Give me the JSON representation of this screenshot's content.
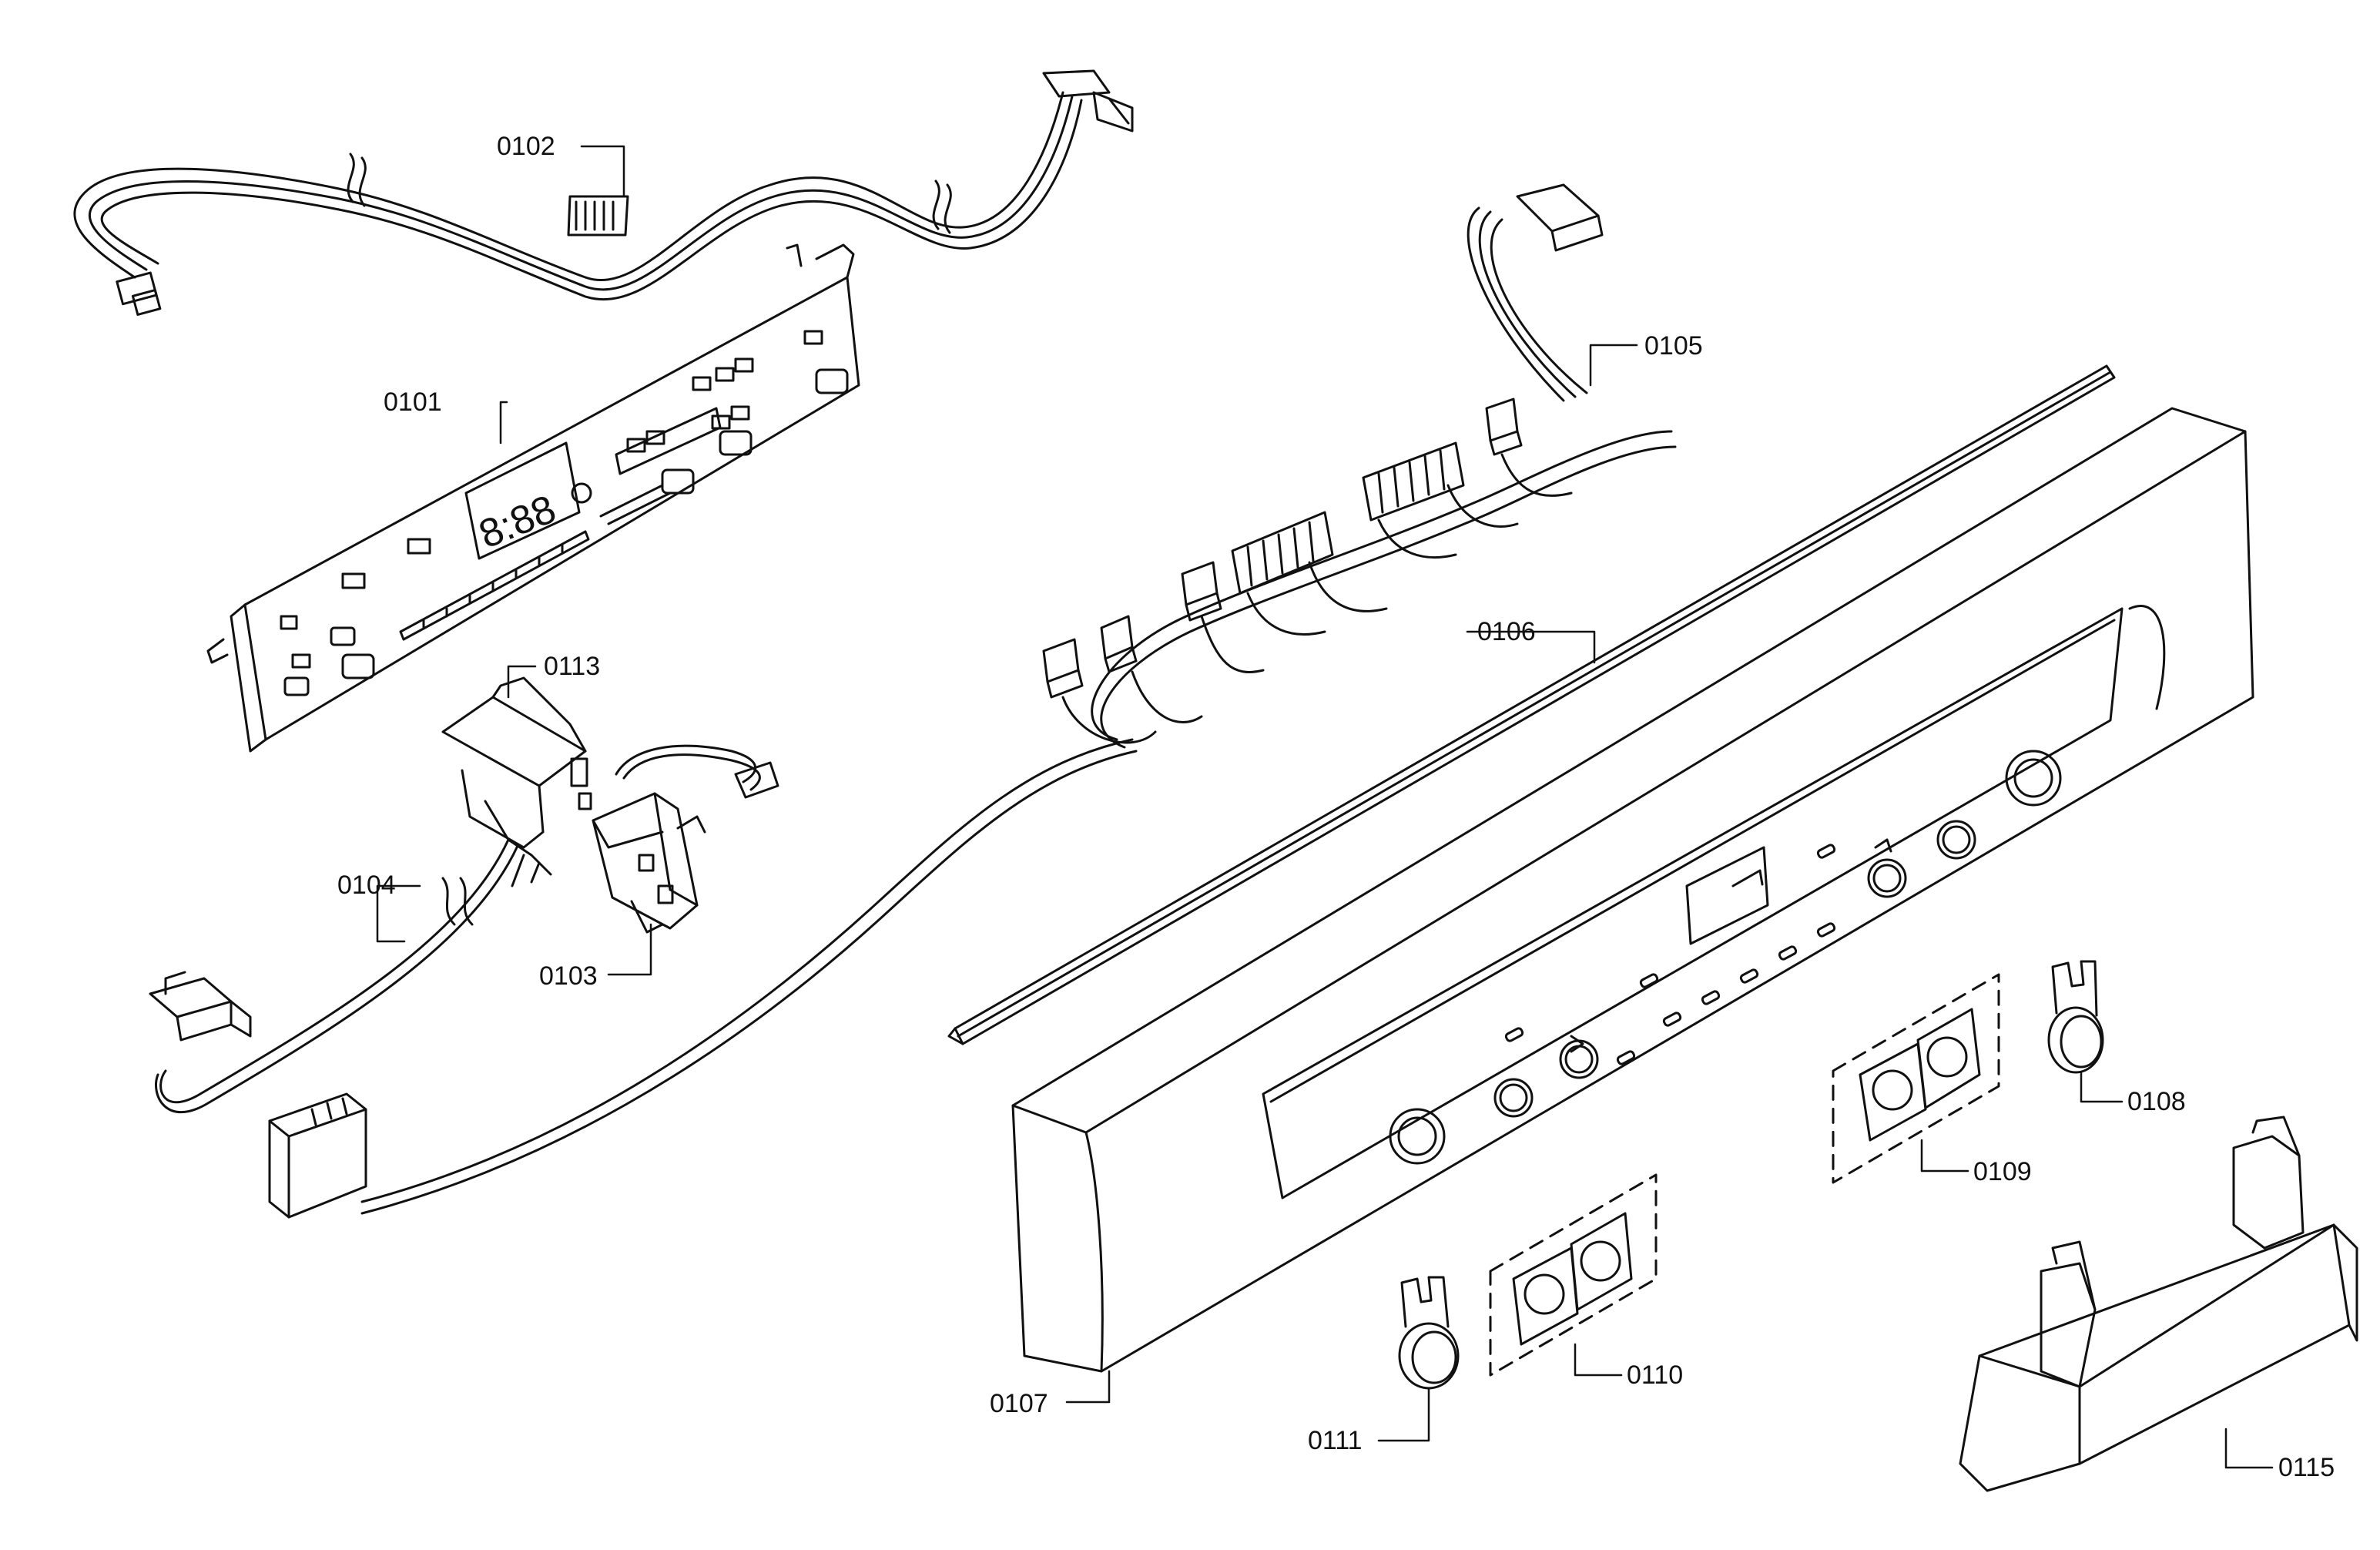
{
  "diagram": {
    "display_readout": "8:88",
    "callouts": {
      "c0101": "0101",
      "c0102": "0102",
      "c0103": "0103",
      "c0104": "0104",
      "c0105": "0105",
      "c0106": "0106",
      "c0107": "0107",
      "c0108": "0108",
      "c0109": "0109",
      "c0110": "0110",
      "c0111": "0111",
      "c0113": "0113",
      "c0115": "0115"
    }
  }
}
